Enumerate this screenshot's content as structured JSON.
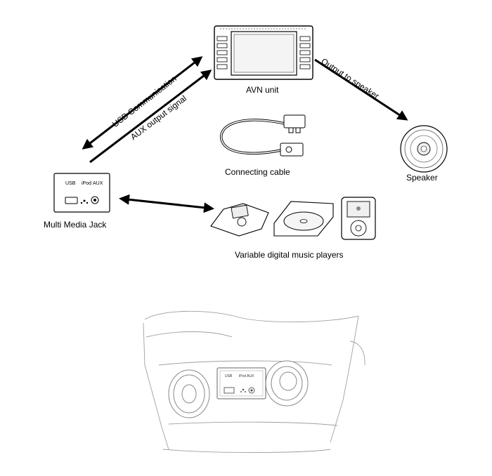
{
  "labels": {
    "avn_unit": "AVN unit",
    "speaker": "Speaker",
    "connecting_cable": "Connecting cable",
    "multi_media_jack": "Multi Media Jack",
    "music_players": "Variable digital music players",
    "usb_communication": "USB Communication",
    "aux_output_signal": "AUX output signal",
    "output_to_speaker": "Output to speaker"
  },
  "jack": {
    "usb": "USB",
    "ipod": "iPod",
    "aux": "AUX"
  },
  "console_jack": {
    "usb": "USB",
    "ipod_aux": "iPod AUX"
  },
  "colors": {
    "line": "#000000",
    "sketch": "#9a9a9a",
    "light": "#d9d9d9"
  }
}
